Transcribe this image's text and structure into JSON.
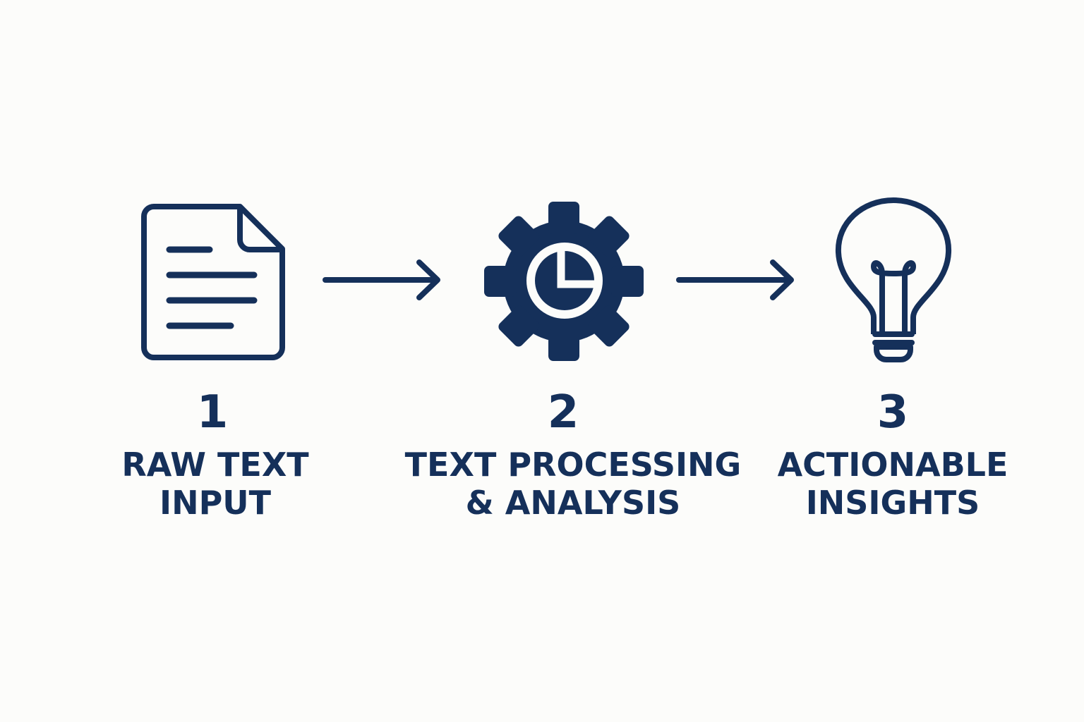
{
  "colors": {
    "ink": "#15305a",
    "background": "#fcfcfa"
  },
  "steps": [
    {
      "number": "1",
      "label_lines": [
        "RAW TEXT",
        "INPUT"
      ],
      "icon": "document-icon"
    },
    {
      "number": "2",
      "label_lines": [
        "TEXT PROCESSING",
        "& ANALYSIS"
      ],
      "icon": "gear-chart-icon"
    },
    {
      "number": "3",
      "label_lines": [
        "ACTIONABLE",
        "INSIGHTS"
      ],
      "icon": "lightbulb-icon"
    }
  ],
  "connectors": [
    {
      "icon": "arrow-right-icon"
    },
    {
      "icon": "arrow-right-icon"
    }
  ]
}
